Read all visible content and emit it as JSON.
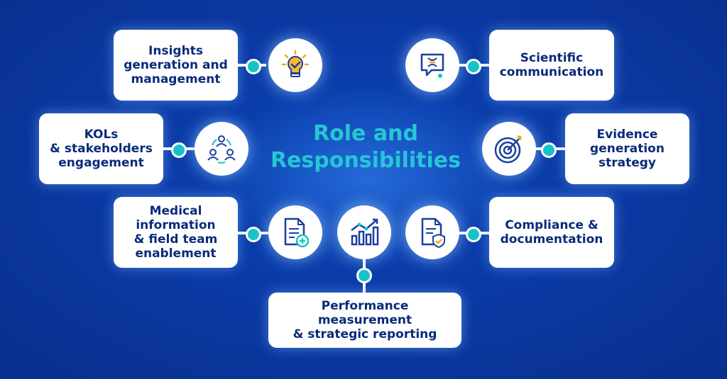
{
  "title": "Role and\nResponsibilities",
  "colors": {
    "background": "#0b3aa6",
    "accent": "#17c3c8",
    "text_dark": "#0a2b7a",
    "title": "#25c7d4"
  },
  "items": [
    {
      "label": "Insights\ngeneration and\nmanagement",
      "icon": "lightbulb-check-icon"
    },
    {
      "label": "Scientific\ncommunication",
      "icon": "dna-chat-icon"
    },
    {
      "label": "KOLs\n& stakeholders\nengagement",
      "icon": "people-network-icon"
    },
    {
      "label": "Evidence\ngeneration\nstrategy",
      "icon": "target-arrow-icon"
    },
    {
      "label": "Medical\ninformation\n& field team\nenablement",
      "icon": "document-plus-icon"
    },
    {
      "label": "Compliance &\ndocumentation",
      "icon": "document-shield-icon"
    },
    {
      "label": "Performance\nmeasurement\n& strategic reporting",
      "icon": "bar-chart-trend-icon"
    }
  ]
}
